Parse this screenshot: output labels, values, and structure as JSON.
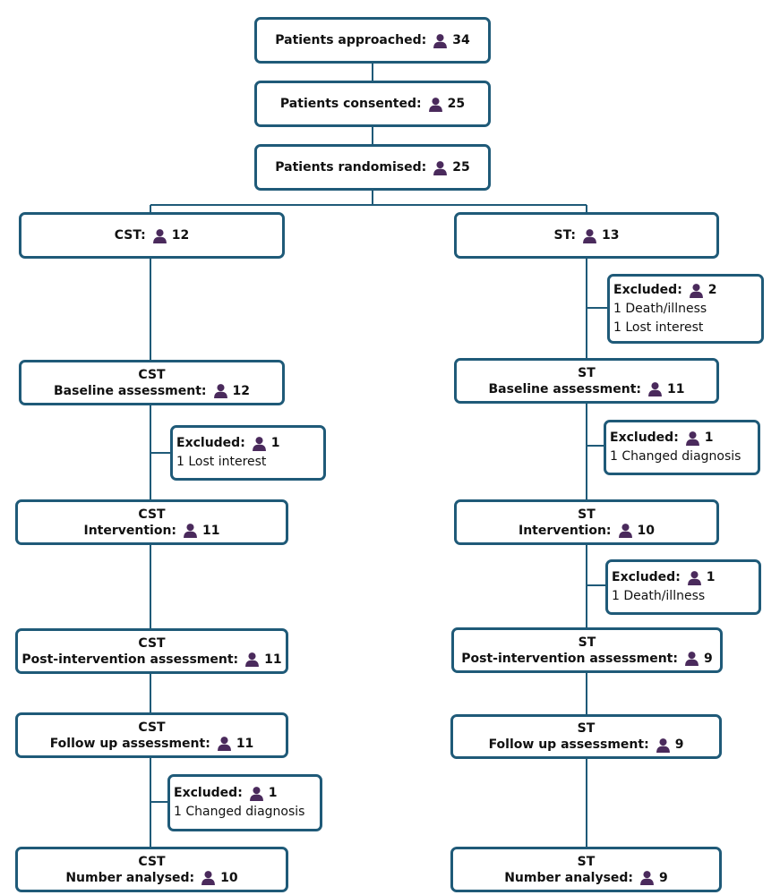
{
  "colors": {
    "box_border": "#1f5a78",
    "icon": "#4a2a5c"
  },
  "top": {
    "approached": {
      "label": "Patients approached:",
      "count": "34"
    },
    "consented": {
      "label": "Patients consented:",
      "count": "25"
    },
    "randomised": {
      "label": "Patients randomised:",
      "count": "25"
    }
  },
  "cst": {
    "group": {
      "label": "CST:",
      "count": "12"
    },
    "baseline": {
      "caption": "CST",
      "label": "Baseline assessment:",
      "count": "12"
    },
    "intervention": {
      "caption": "CST",
      "label": "Intervention:",
      "count": "11"
    },
    "post": {
      "caption": "CST",
      "label": "Post-intervention assessment:",
      "count": "11"
    },
    "followup": {
      "caption": "CST",
      "label": "Follow up assessment:",
      "count": "11"
    },
    "analysed": {
      "caption": "CST",
      "label": "Number analysed:",
      "count": "10"
    },
    "excluded_1": {
      "title": "Excluded:",
      "count": "1",
      "reasons": [
        "1 Lost interest"
      ]
    },
    "excluded_2": {
      "title": "Excluded:",
      "count": "1",
      "reasons": [
        "1 Changed diagnosis"
      ]
    }
  },
  "st": {
    "group": {
      "label": "ST:",
      "count": "13"
    },
    "baseline": {
      "caption": "ST",
      "label": "Baseline assessment:",
      "count": "11"
    },
    "intervention": {
      "caption": "ST",
      "label": "Intervention:",
      "count": "10"
    },
    "post": {
      "caption": "ST",
      "label": "Post-intervention assessment:",
      "count": "9"
    },
    "followup": {
      "caption": "ST",
      "label": "Follow up assessment:",
      "count": "9"
    },
    "analysed": {
      "caption": "ST",
      "label": "Number analysed:",
      "count": "9"
    },
    "excluded_1": {
      "title": "Excluded:",
      "count": "2",
      "reasons": [
        "1 Death/illness",
        "1 Lost interest"
      ]
    },
    "excluded_2": {
      "title": "Excluded:",
      "count": "1",
      "reasons": [
        "1 Changed diagnosis"
      ]
    },
    "excluded_3": {
      "title": "Excluded:",
      "count": "1",
      "reasons": [
        "1 Death/illness"
      ]
    }
  }
}
